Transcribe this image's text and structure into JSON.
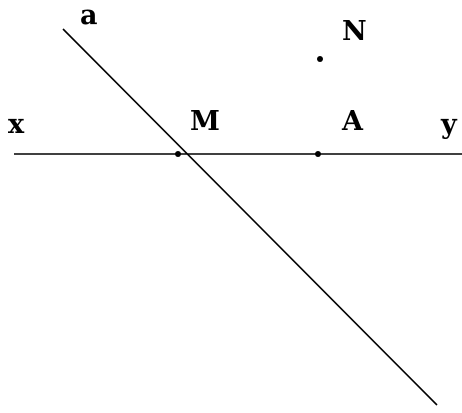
{
  "figure": {
    "line_a_label": "a",
    "line_xy_left_label": "x",
    "line_xy_right_label": "y",
    "point_M_label": "M",
    "point_A_label": "A",
    "point_N_label": "N",
    "ink_color": "#000000",
    "background_color": "#ffffff"
  }
}
